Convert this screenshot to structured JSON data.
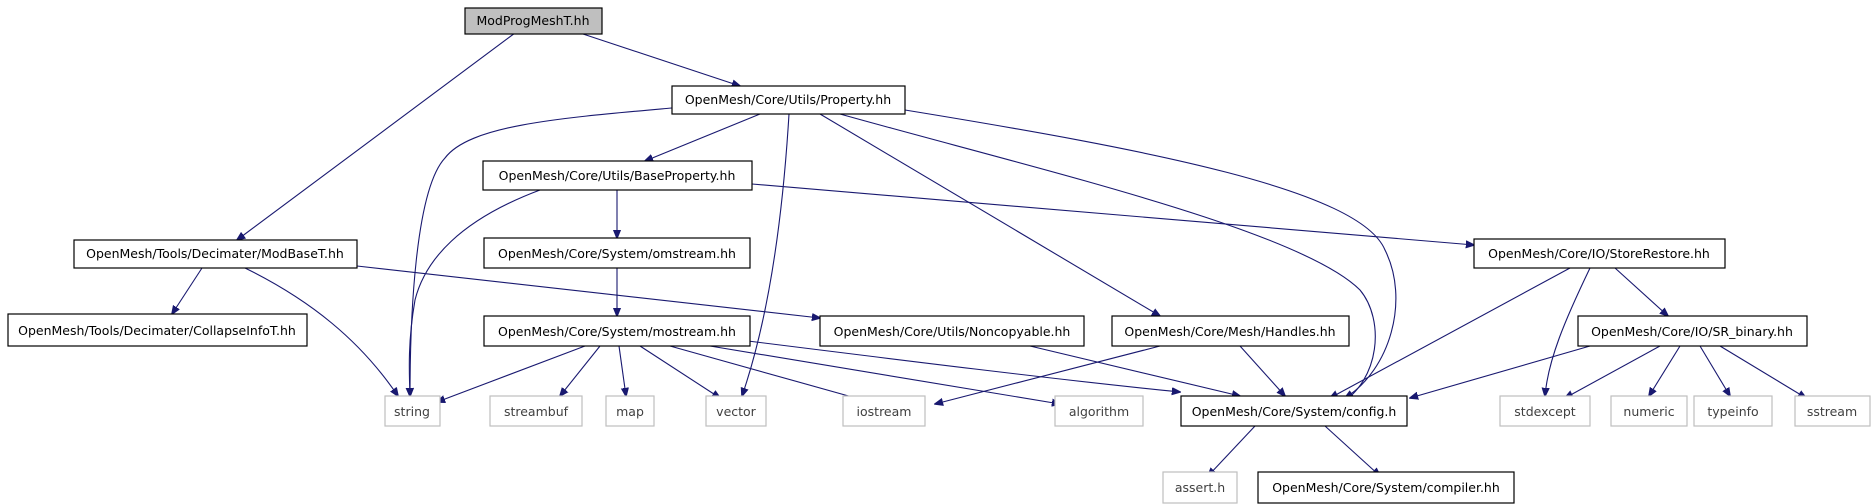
{
  "graph": {
    "nodes": {
      "modprogmesh": "ModProgMeshT.hh",
      "property": "OpenMesh/Core/Utils/Property.hh",
      "modbase": "OpenMesh/Tools/Decimater/ModBaseT.hh",
      "baseproperty": "OpenMesh/Core/Utils/BaseProperty.hh",
      "collapseinfo": "OpenMesh/Tools/Decimater/CollapseInfoT.hh",
      "omstream": "OpenMesh/Core/System/omstream.hh",
      "storerestore": "OpenMesh/Core/IO/StoreRestore.hh",
      "mostream": "OpenMesh/Core/System/mostream.hh",
      "noncopyable": "OpenMesh/Core/Utils/Noncopyable.hh",
      "handles": "OpenMesh/Core/Mesh/Handles.hh",
      "srbinary": "OpenMesh/Core/IO/SR_binary.hh",
      "string": "string",
      "streambuf": "streambuf",
      "map": "map",
      "vector": "vector",
      "iostream": "iostream",
      "algorithm": "algorithm",
      "config": "OpenMesh/Core/System/config.h",
      "stdexcept": "stdexcept",
      "numeric": "numeric",
      "typeinfo": "typeinfo",
      "sstream": "sstream",
      "asserth": "assert.h",
      "compiler": "OpenMesh/Core/System/compiler.hh"
    },
    "colors": {
      "edge": "#191970",
      "root_fill": "#bfbfbf",
      "system_header_border": "#bfbfbf",
      "project_header_border": "#000000"
    }
  }
}
